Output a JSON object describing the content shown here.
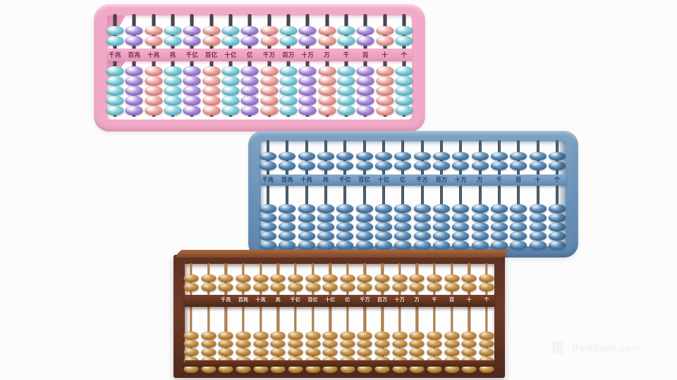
{
  "scene": {
    "background_color": "#fcfcfc",
    "subject": "three abacus models",
    "count": 3
  },
  "place_value_labels": [
    "千兆",
    "百兆",
    "十兆",
    "兆",
    "千亿",
    "百亿",
    "十亿",
    "亿",
    "千万",
    "百万",
    "十万",
    "万",
    "千",
    "百",
    "十",
    "个"
  ],
  "abacuses": [
    {
      "id": "pink",
      "name": "pink-abacus",
      "frame_color": "#f0a9c6",
      "beam_color": "#eca3c2",
      "rod_color": "#46404c",
      "rod_count": 16,
      "upper_beads_per_rod": 2,
      "lower_beads_per_rod": 5,
      "label_color": "#6b2352",
      "bead_palette": [
        "#7fd0dc",
        "#ab8ede",
        "#f0a39c"
      ],
      "bead_palette_names": [
        "cyan",
        "purple",
        "salmon"
      ],
      "labels": [
        "千兆",
        "百兆",
        "十兆",
        "兆",
        "千亿",
        "百亿",
        "十亿",
        "亿",
        "千万",
        "百万",
        "十万",
        "万",
        "千",
        "百",
        "十",
        "个"
      ]
    },
    {
      "id": "blue",
      "name": "blue-abacus",
      "frame_color": "#6c94ba",
      "beam_color": "#7099bd",
      "rod_color": "#4a5866",
      "rod_count": 16,
      "upper_beads_per_rod": 2,
      "lower_beads_per_rod": 5,
      "label_color": "#1d3f66",
      "bead_palette": [
        "#5f8cb5"
      ],
      "bead_palette_names": [
        "steel-blue"
      ],
      "labels": [
        "千兆",
        "百兆",
        "十兆",
        "兆",
        "千亿",
        "百亿",
        "十亿",
        "亿",
        "千万",
        "百万",
        "十万",
        "万",
        "千",
        "百",
        "十",
        "个"
      ]
    },
    {
      "id": "wood",
      "name": "wooden-abacus",
      "frame_color": "#6e3a26",
      "beam_color": "#63351f",
      "rod_color": "#c89158",
      "rod_count": 18,
      "upper_beads_per_rod": 2,
      "lower_beads_per_rod": 5,
      "label_color": "#fdf6ee",
      "label_start_rod": 3,
      "bead_palette": [
        "#c8954f"
      ],
      "bead_palette_names": [
        "golden-wood"
      ],
      "labels": [
        "千兆",
        "百兆",
        "十兆",
        "兆",
        "千亿",
        "百亿",
        "十亿",
        "亿",
        "千万",
        "百万",
        "十万",
        "万",
        "千",
        "百",
        "十",
        "个"
      ]
    }
  ],
  "watermark": {
    "text": "ReleBook.com",
    "logo_name": "relebook-r-logo",
    "color": "#efefef"
  }
}
